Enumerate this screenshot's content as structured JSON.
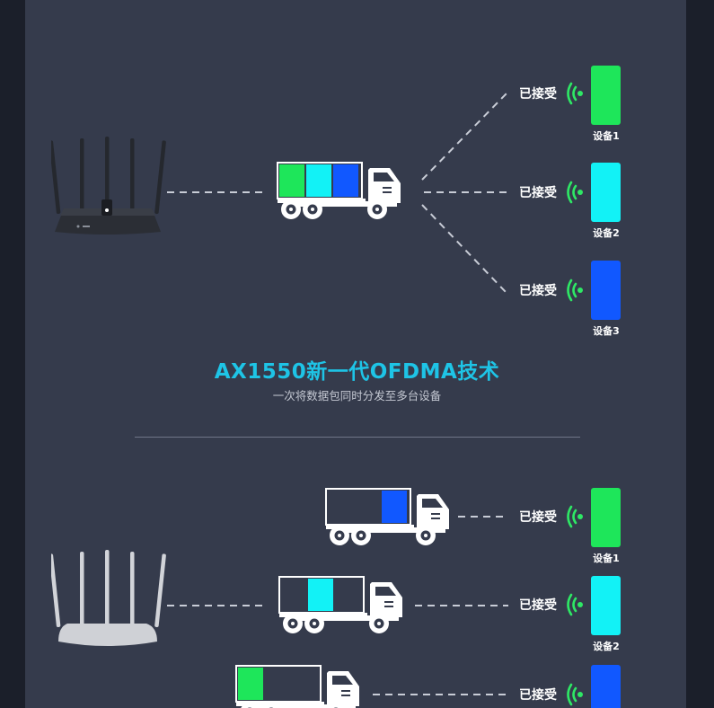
{
  "colors": {
    "background": "#1b1f2a",
    "panel": "#353b4c",
    "green": "#1ee65a",
    "cyan": "#12f2f6",
    "blue": "#1158ff",
    "title": "#1ec4e6",
    "signal": "#2ee865",
    "router_new": "#2b2e35",
    "router_old": "#cfd1d6"
  },
  "top_section": {
    "title": "AX1550新一代OFDMA技术",
    "subtitle": "一次将数据包同时分发至多台设备",
    "received_label": "已接受",
    "devices": [
      {
        "name": "设备1",
        "color": "green"
      },
      {
        "name": "设备2",
        "color": "cyan"
      },
      {
        "name": "设备3",
        "color": "blue"
      }
    ],
    "truck_cargo": [
      "green",
      "cyan",
      "blue"
    ]
  },
  "bottom_section": {
    "received_label": "已接受",
    "devices": [
      {
        "name": "设备1",
        "color": "green"
      },
      {
        "name": "设备2",
        "color": "cyan"
      },
      {
        "name": "",
        "color": "blue"
      }
    ],
    "trucks": [
      {
        "cargo": "blue"
      },
      {
        "cargo": "cyan"
      },
      {
        "cargo": "green"
      }
    ]
  }
}
